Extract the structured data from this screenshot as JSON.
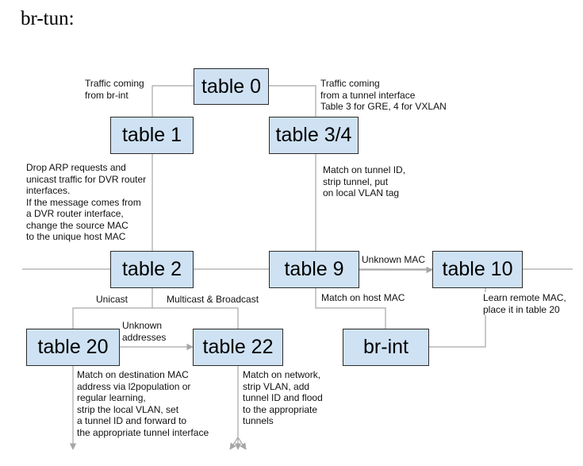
{
  "heading": "br-tun:",
  "colors": {
    "box_fill": "#cfe2f3",
    "box_border": "#2b2b2b",
    "connector": "#a6a6a6"
  },
  "nodes": {
    "table0": "table 0",
    "table1": "table 1",
    "table34": "table 3/4",
    "table2": "table 2",
    "table9": "table 9",
    "table10": "table 10",
    "table20": "table 20",
    "table22": "table 22",
    "brint": "br-int"
  },
  "annotations": {
    "from_brint": "Traffic coming\nfrom br-int",
    "from_tunnel": "Traffic coming\nfrom a tunnel interface\nTable 3 for GRE, 4 for VXLAN",
    "table1_desc": "Drop ARP requests and\nunicast traffic for DVR router\ninterfaces.\nIf the message comes from\na DVR router interface,\nchange the source MAC\nto the unique host MAC",
    "table34_desc": "Match on tunnel ID,\nstrip tunnel, put\non local VLAN tag",
    "unknown_mac": "Unknown MAC",
    "unicast": "Unicast",
    "multicast_broadcast": "Multicast & Broadcast",
    "match_host_mac": "Match on host MAC",
    "learn_remote": "Learn remote MAC,\nplace it in table 20",
    "unknown_addresses": "Unknown\naddresses",
    "table20_desc": "Match on destination MAC\naddress via l2population or\nregular learning,\nstrip the local VLAN, set\na tunnel ID and forward to\nthe appropriate tunnel interface",
    "table22_desc": "Match on network,\nstrip VLAN, add\ntunnel ID and flood\nto the appropriate\ntunnels"
  }
}
